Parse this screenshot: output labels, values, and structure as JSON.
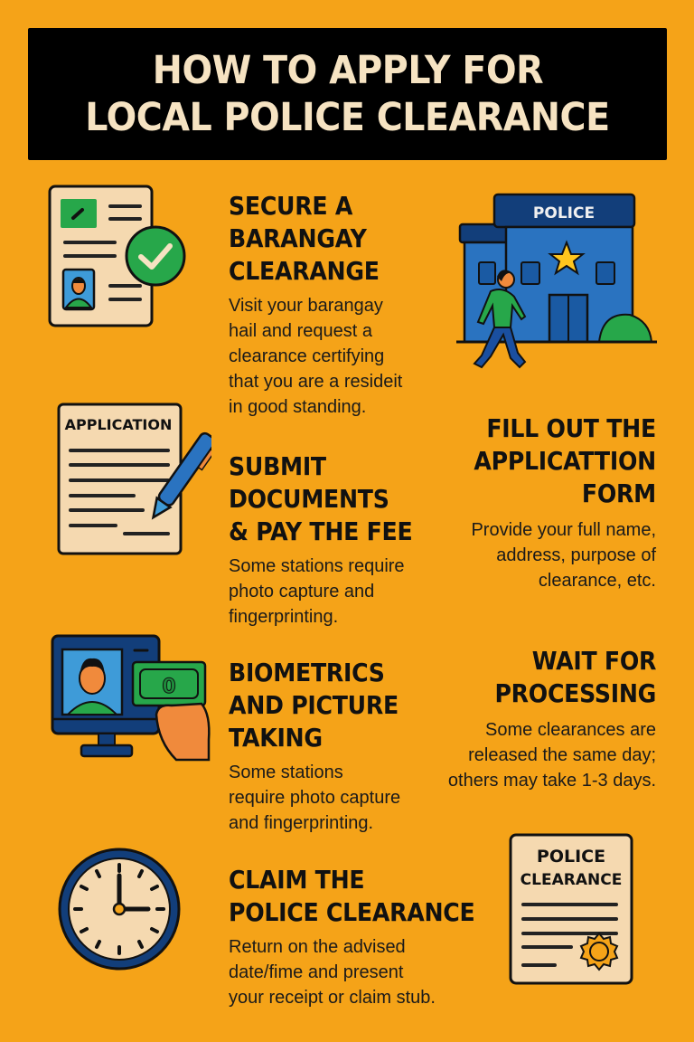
{
  "header": {
    "title_line1": "HOW TO APPLY FOR",
    "title_line2": "LOCAL POLICE CLEARANCE"
  },
  "colors": {
    "background": "#F5A318",
    "title_bg": "#000000",
    "title_text": "#F6E3C2",
    "paper": "#F5D9B0",
    "green": "#27A74A",
    "blue": "#2A73C0",
    "navy": "#123E7A"
  },
  "steps": [
    {
      "heading": [
        "SECURE A",
        "BARANGAY",
        "CLEARANGE"
      ],
      "body": [
        "Visit your barangay",
        "hail and request a",
        "clearance certifying",
        "that you are a resideit",
        "in good standing."
      ],
      "icon": "document-check-icon"
    },
    {
      "heading": [
        "FILL OUT THE",
        "APPLICATTION",
        "FORM"
      ],
      "body": [
        "Provide your full name,",
        "address, purpose of",
        "clearance, etc."
      ],
      "icon": "police-station-icon"
    },
    {
      "heading": [
        "SUBMIT",
        "DOCUMENTS",
        "& PAY THE FEE"
      ],
      "body": [
        "Some stations require",
        "photo capture and",
        "fingerprinting."
      ],
      "icon": "application-form-pen-icon"
    },
    {
      "heading": [
        "WAIT FOR",
        "PROCESSING"
      ],
      "body": [
        "Some clearances are",
        "released the same day;",
        "others may take 1-3 days."
      ],
      "icon": "none"
    },
    {
      "heading": [
        "BIOMETRICS",
        "AND PICTURE",
        "TAKING"
      ],
      "body": [
        "Some stations",
        "require photo capture",
        "and fingerprinting."
      ],
      "icon": "monitor-payment-icon"
    },
    {
      "heading": [
        "CLAIM THE",
        "POLICE CLEARANCE"
      ],
      "body": [
        "Return on the advised",
        "date/fime and present",
        "your receipt or claim stub."
      ],
      "icon": "clock-icon"
    }
  ],
  "icons": {
    "police_sign": "POLICE",
    "application_label": "APPLICATION",
    "clearance_doc_line1": "POLICE",
    "clearance_doc_line2": "CLEARANCE",
    "money_symbol": "0"
  }
}
